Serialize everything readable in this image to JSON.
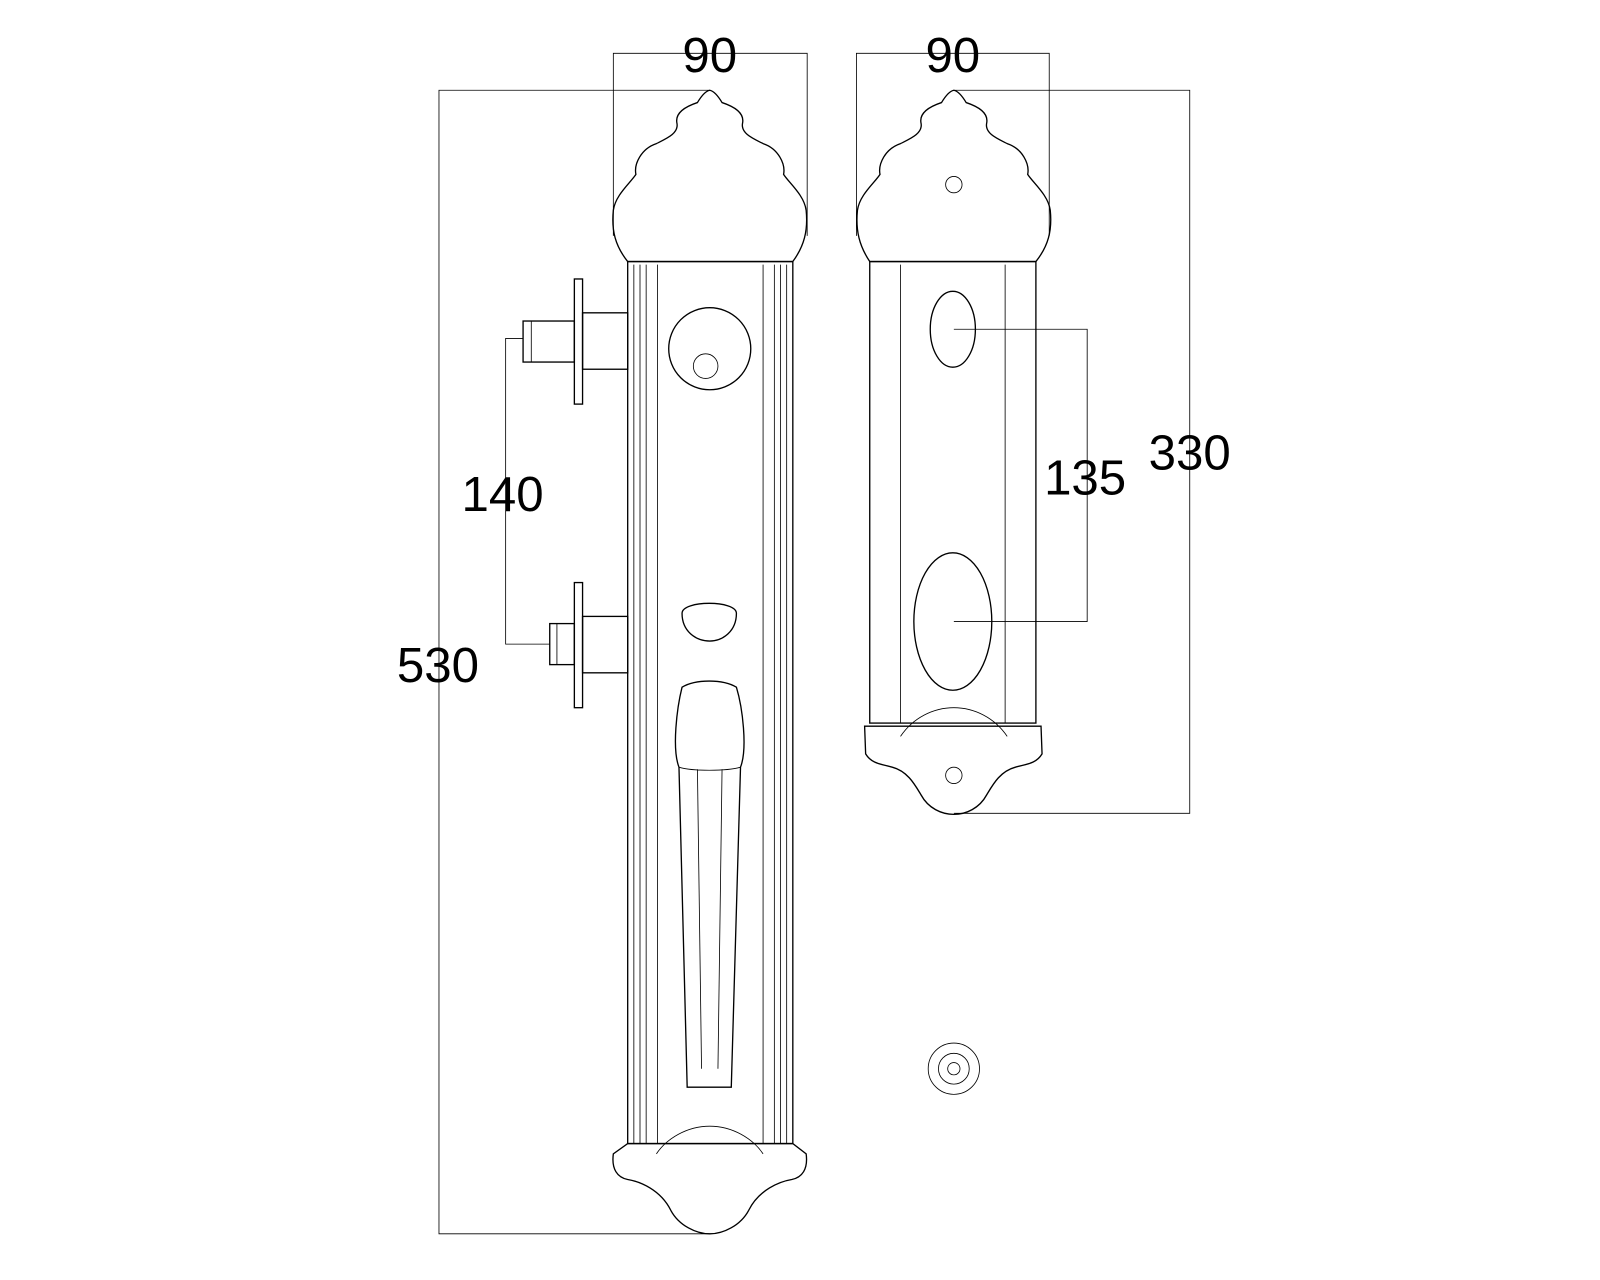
{
  "dimensions": {
    "left_plate_width": "90",
    "right_plate_width": "90",
    "left_total_height": "530",
    "left_spindle_spacing": "140",
    "right_hole_spacing": "135",
    "right_total_height": "330"
  }
}
